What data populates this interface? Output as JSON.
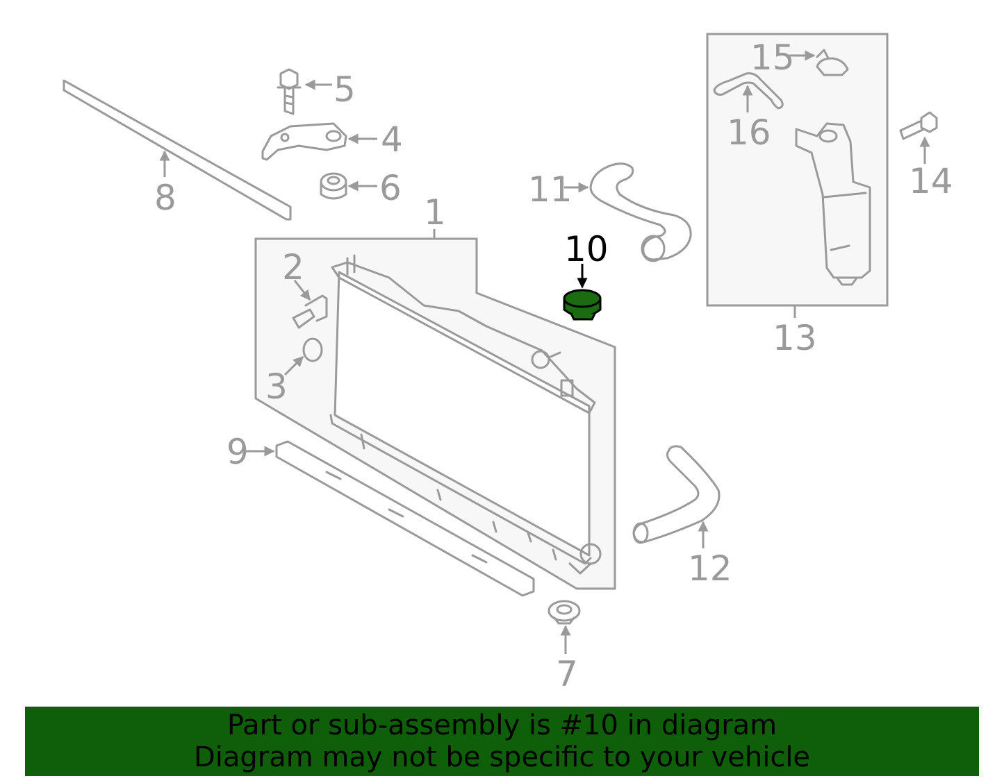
{
  "callouts": {
    "c1": "1",
    "c2": "2",
    "c3": "3",
    "c4": "4",
    "c5": "5",
    "c6": "6",
    "c7": "7",
    "c8": "8",
    "c9": "9",
    "c10": "10",
    "c11": "11",
    "c12": "12",
    "c13": "13",
    "c14": "14",
    "c15": "15",
    "c16": "16"
  },
  "highlight_callout": "10",
  "colors": {
    "banner": "#0f5e0a",
    "highlight_part": "#1a6b12",
    "line": "#9a9a9a"
  },
  "banner": {
    "line1": "Part or sub-assembly is #10 in diagram",
    "line2": "Diagram may not be specific to your vehicle"
  }
}
